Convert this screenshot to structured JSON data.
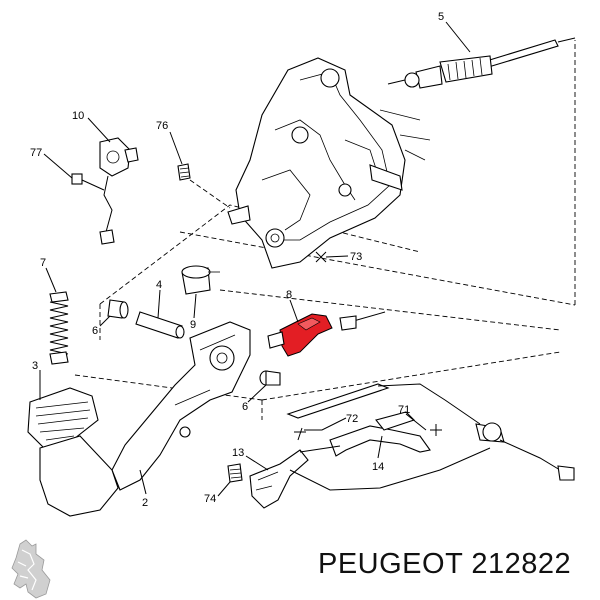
{
  "caption": "PEUGEOT 212822",
  "logo": "peugeot-lion-logo",
  "highlight_color": "#e31e24",
  "callouts": [
    "5",
    "10",
    "76",
    "77",
    "73",
    "7",
    "4",
    "8",
    "6",
    "9",
    "3",
    "6",
    "72",
    "71",
    "14",
    "13",
    "74",
    "2"
  ]
}
